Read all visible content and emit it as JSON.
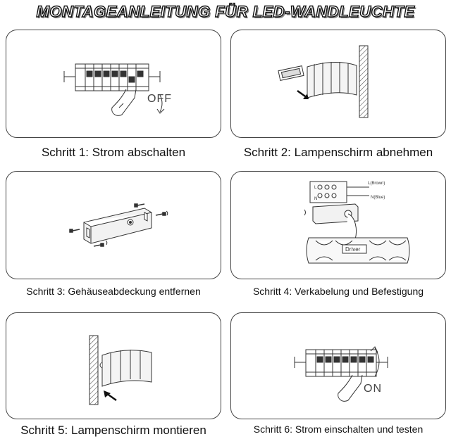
{
  "title": "MONTAGEANLEITUNG FÜR LED-WANDLEUCHTE",
  "steps": [
    {
      "caption": "Schritt 1: Strom abschalten",
      "switch_label": "OFF"
    },
    {
      "caption": "Schritt 2: Lampenschirm abnehmen"
    },
    {
      "caption": "Schritt 3: Gehäuseabdeckung entfernen"
    },
    {
      "caption": "Schritt 4: Verkabelung und Befestigung",
      "wire_brown": "L(Brown)",
      "wire_blue": "N(Blue)",
      "terminal_l": "L",
      "terminal_n": "N",
      "driver_label": "Driver"
    },
    {
      "caption": "Schritt 5: Lampenschirm montieren"
    },
    {
      "caption": "Schritt 6: Strom einschalten und testen",
      "switch_label": "ON"
    }
  ]
}
